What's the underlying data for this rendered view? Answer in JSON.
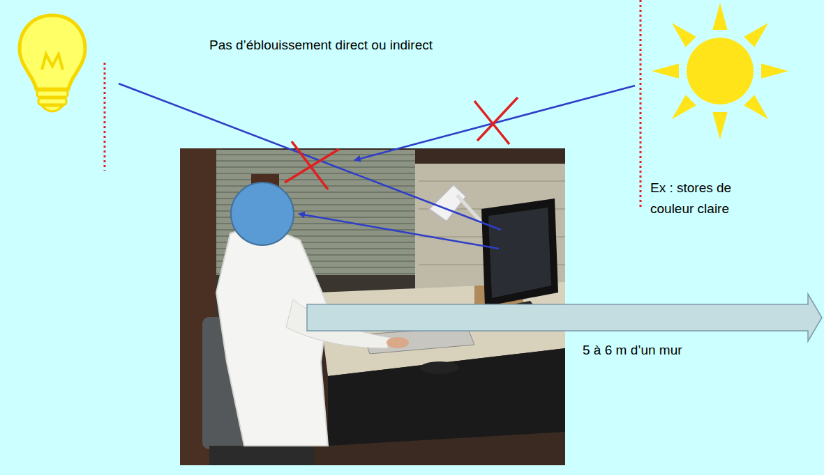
{
  "diagram": {
    "title": "Pas d’éblouissement direct ou indirect",
    "labels": [
      "Ex : stores de couleur claire",
      "5 à 6 m d’un mur"
    ]
  }
}
